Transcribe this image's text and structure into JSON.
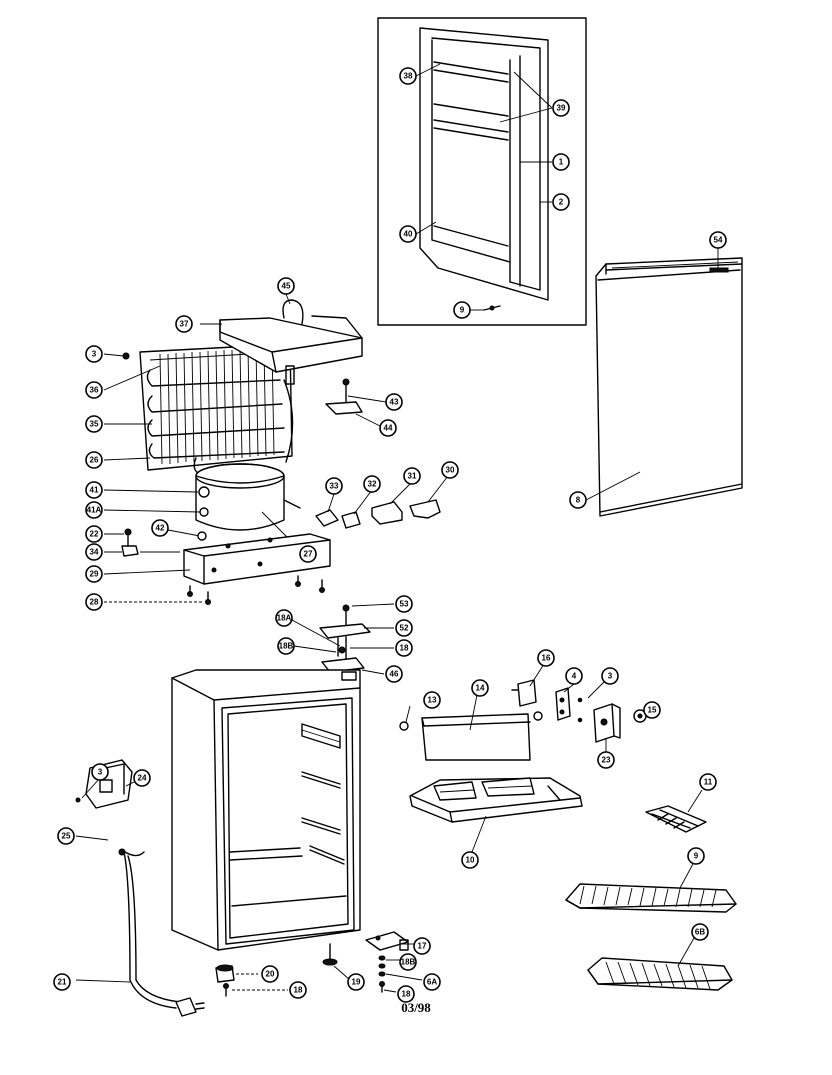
{
  "diagram": {
    "footer_date": "03/98",
    "callouts": [
      {
        "id": "c-38-door",
        "label": "38"
      },
      {
        "id": "c-39",
        "label": "39"
      },
      {
        "id": "c-1",
        "label": "1"
      },
      {
        "id": "c-2",
        "label": "2"
      },
      {
        "id": "c-40",
        "label": "40"
      },
      {
        "id": "c-9-door",
        "label": "9"
      },
      {
        "id": "c-54",
        "label": "54"
      },
      {
        "id": "c-8",
        "label": "8"
      },
      {
        "id": "c-45",
        "label": "45"
      },
      {
        "id": "c-37",
        "label": "37"
      },
      {
        "id": "c-3-top",
        "label": "3"
      },
      {
        "id": "c-36",
        "label": "36"
      },
      {
        "id": "c-43",
        "label": "43"
      },
      {
        "id": "c-35",
        "label": "35"
      },
      {
        "id": "c-44",
        "label": "44"
      },
      {
        "id": "c-26",
        "label": "26"
      },
      {
        "id": "c-41",
        "label": "41"
      },
      {
        "id": "c-41a",
        "label": "41A"
      },
      {
        "id": "c-33",
        "label": "33"
      },
      {
        "id": "c-32",
        "label": "32"
      },
      {
        "id": "c-31",
        "label": "31"
      },
      {
        "id": "c-30",
        "label": "30"
      },
      {
        "id": "c-22",
        "label": "22"
      },
      {
        "id": "c-42",
        "label": "42"
      },
      {
        "id": "c-34",
        "label": "34"
      },
      {
        "id": "c-27",
        "label": "27"
      },
      {
        "id": "c-29",
        "label": "29"
      },
      {
        "id": "c-28",
        "label": "28"
      },
      {
        "id": "c-53",
        "label": "53"
      },
      {
        "id": "c-18a",
        "label": "18A"
      },
      {
        "id": "c-52",
        "label": "52"
      },
      {
        "id": "c-18b-top",
        "label": "18B"
      },
      {
        "id": "c-18-top",
        "label": "18"
      },
      {
        "id": "c-46",
        "label": "46"
      },
      {
        "id": "c-16",
        "label": "16"
      },
      {
        "id": "c-4",
        "label": "4"
      },
      {
        "id": "c-3-right",
        "label": "3"
      },
      {
        "id": "c-13",
        "label": "13"
      },
      {
        "id": "c-14",
        "label": "14"
      },
      {
        "id": "c-15",
        "label": "15"
      },
      {
        "id": "c-23",
        "label": "23"
      },
      {
        "id": "c-3-left",
        "label": "3"
      },
      {
        "id": "c-24",
        "label": "24"
      },
      {
        "id": "c-11",
        "label": "11"
      },
      {
        "id": "c-25",
        "label": "25"
      },
      {
        "id": "c-10",
        "label": "10"
      },
      {
        "id": "c-9-shelf",
        "label": "9"
      },
      {
        "id": "c-17",
        "label": "17"
      },
      {
        "id": "c-6b",
        "label": "6B"
      },
      {
        "id": "c-18b-bot",
        "label": "18B"
      },
      {
        "id": "c-20",
        "label": "20"
      },
      {
        "id": "c-19",
        "label": "19"
      },
      {
        "id": "c-6a",
        "label": "6A"
      },
      {
        "id": "c-21",
        "label": "21"
      },
      {
        "id": "c-18-bot",
        "label": "18"
      },
      {
        "id": "c-18-right",
        "label": "18"
      }
    ]
  }
}
